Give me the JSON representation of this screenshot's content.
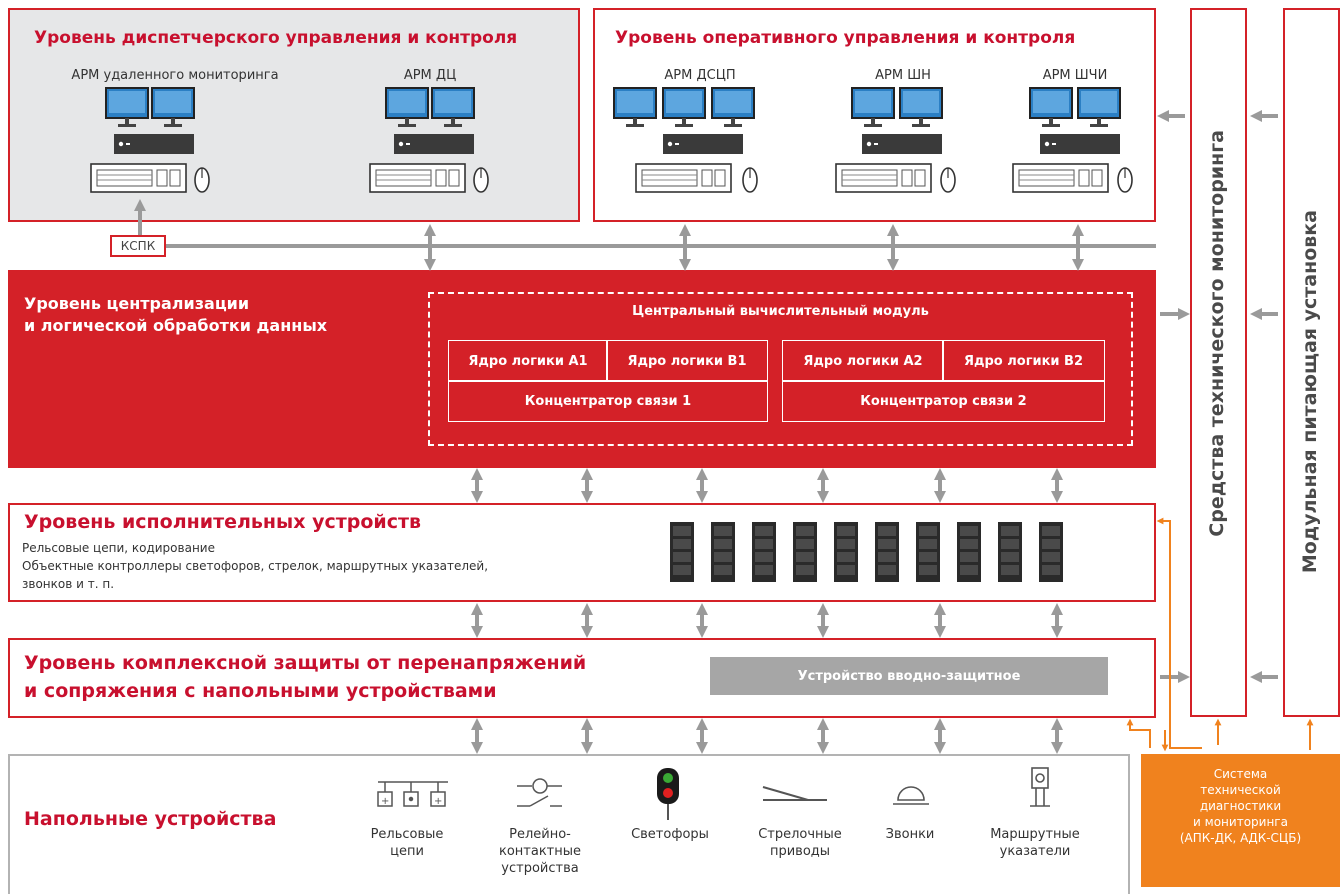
{
  "dispatch": {
    "title": "Уровень диспетчерского управления и контроля",
    "arms": [
      "АРМ удаленного мониторинга",
      "АРМ ДЦ"
    ]
  },
  "operative": {
    "title": "Уровень оперативного управления и контроля",
    "arms": [
      "АРМ ДСЦП",
      "АРМ ШН",
      "АРМ ШЧИ"
    ]
  },
  "kspk": "КСПК",
  "central": {
    "title_line1": "Уровень централизации",
    "title_line2": "и логической обработки данных",
    "module": "Центральный вычислительный модуль",
    "cores": [
      "Ядро логики А1",
      "Ядро логики В1",
      "Ядро логики А2",
      "Ядро логики В2"
    ],
    "hubs": [
      "Концентратор связи 1",
      "Концентратор связи 2"
    ]
  },
  "executive": {
    "title": "Уровень исполнительных устройств",
    "line1": "Рельсовые цепи, кодирование",
    "line2": "Объектные контроллеры светофоров, стрелок, маршрутных указателей,",
    "line3": "звонков и т. п."
  },
  "protection": {
    "title_line1": "Уровень комплексной защиты от перенапряжений",
    "title_line2": "и сопряжения с напольными устройствами",
    "device": "Устройство вводно-защитное"
  },
  "floor": {
    "title": "Напольные устройства",
    "items": [
      {
        "l1": "Рельсовые",
        "l2": "цепи",
        "l3": ""
      },
      {
        "l1": "Релейно-",
        "l2": "контактные",
        "l3": "устройства"
      },
      {
        "l1": "Светофоры",
        "l2": "",
        "l3": ""
      },
      {
        "l1": "Стрелочные",
        "l2": "приводы",
        "l3": ""
      },
      {
        "l1": "Звонки",
        "l2": "",
        "l3": ""
      },
      {
        "l1": "Маршрутные",
        "l2": "указатели",
        "l3": ""
      }
    ]
  },
  "tech_monitoring": "Средства технического мониторинга",
  "power": "Модульная питающая установка",
  "diag": {
    "l1": "Система",
    "l2": "технической",
    "l3": "диагностики",
    "l4": "и мониторинга",
    "l5": "(АПК-ДК, АДК-СЦБ)"
  },
  "colors": {
    "accent": "#d42128",
    "orange": "#f0821e",
    "gray_arrow": "#9a9a9a",
    "device_gray": "#a6a6a6"
  }
}
